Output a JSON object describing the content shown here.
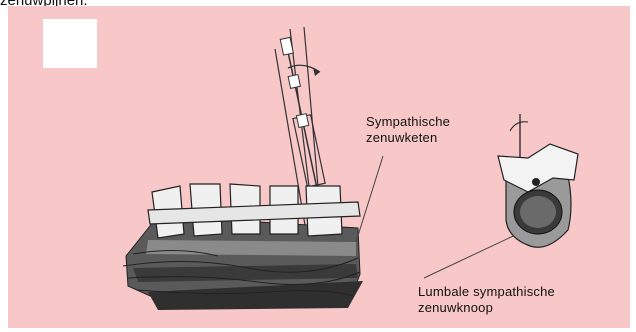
{
  "header": {
    "caption": "zenuwpijnen."
  },
  "diagram": {
    "labels": {
      "chain": [
        "Sympathische",
        "zenuwketen"
      ],
      "ganglion": [
        "Lumbale sympathische",
        "zenuwknoop"
      ]
    },
    "colors": {
      "background": "#f8c8c8",
      "line": "#333333",
      "bone": "#f0f0f0",
      "shade": "#6a6a6a"
    }
  }
}
